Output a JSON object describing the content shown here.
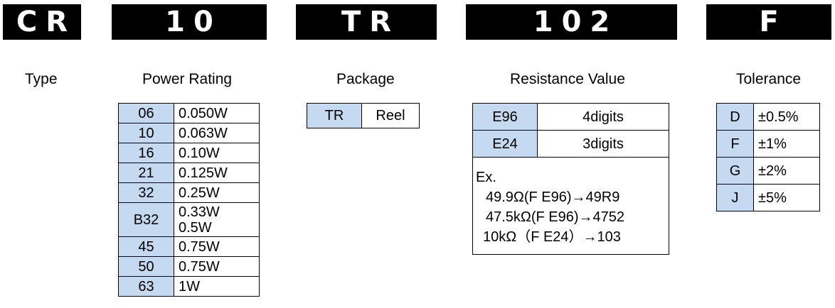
{
  "codes": [
    "CR",
    "10",
    "TR",
    "102",
    "F"
  ],
  "headings": {
    "type": "Type",
    "power": "Power Rating",
    "package": "Package",
    "resistance": "Resistance Value",
    "tolerance": "Tolerance"
  },
  "power_rating": [
    {
      "code": "06",
      "value": "0.050W"
    },
    {
      "code": "10",
      "value": "0.063W"
    },
    {
      "code": "16",
      "value": "0.10W"
    },
    {
      "code": "21",
      "value": "0.125W"
    },
    {
      "code": "32",
      "value": "0.25W"
    },
    {
      "code": "B32",
      "value": "0.33W",
      "value2": "0.5W"
    },
    {
      "code": "45",
      "value": "0.75W"
    },
    {
      "code": "50",
      "value": "0.75W"
    },
    {
      "code": "63",
      "value": "1W"
    }
  ],
  "package": [
    {
      "code": "TR",
      "value": "Reel"
    }
  ],
  "resistance": {
    "rows": [
      {
        "code": "E96",
        "value": "4digits"
      },
      {
        "code": "E24",
        "value": "3digits"
      }
    ],
    "example_label": "Ex.",
    "examples": [
      "49.9Ω(F E96)→49R9",
      "47.5kΩ(F E96)→4752",
      "10kΩ（F E24）→103"
    ]
  },
  "tolerance": [
    {
      "code": "D",
      "value": "±0.5%"
    },
    {
      "code": "F",
      "value": "±1%"
    },
    {
      "code": "G",
      "value": "±2%"
    },
    {
      "code": "J",
      "value": "±5%"
    }
  ]
}
